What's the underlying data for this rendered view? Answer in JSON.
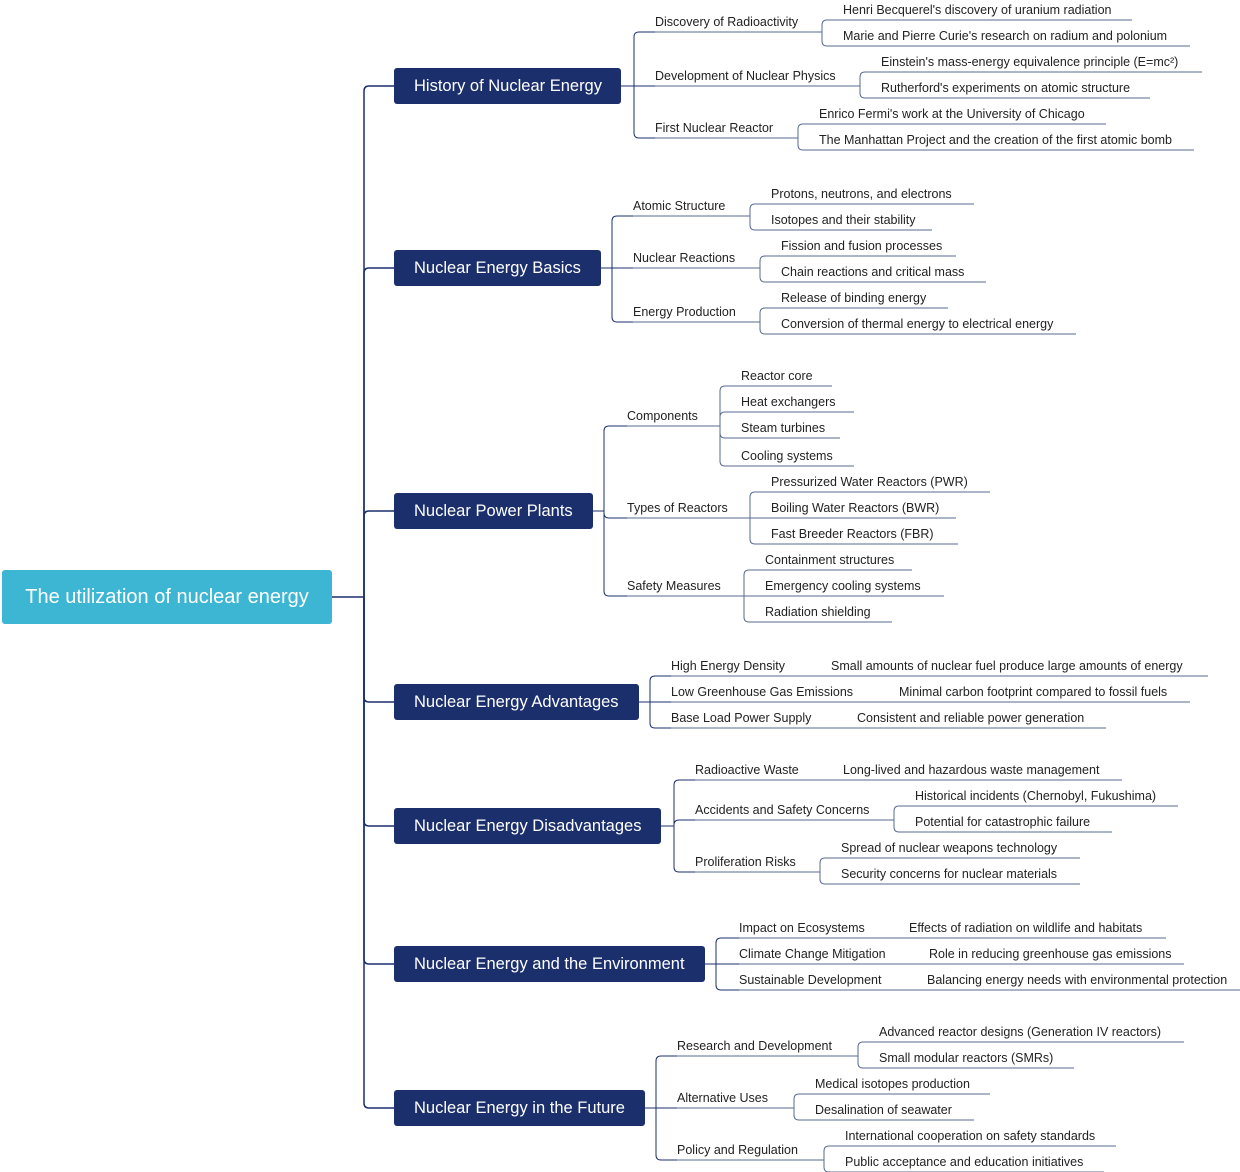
{
  "root": {
    "label": "The utilization of nuclear energy"
  },
  "colors": {
    "root": "#3cb6d3",
    "branch": "#1b2f6d",
    "line": "#1b2f6d",
    "leaf_line": "#5a6a90"
  },
  "branches": [
    {
      "label": "History of Nuclear Energy",
      "children": [
        {
          "label": "Discovery of Radioactivity",
          "children": [
            "Henri Becquerel's discovery of uranium radiation",
            "Marie and Pierre Curie's research on radium and polonium"
          ]
        },
        {
          "label": "Development of Nuclear Physics",
          "children": [
            "Einstein's mass-energy equivalence principle (E=mc²)",
            "Rutherford's experiments on atomic structure"
          ]
        },
        {
          "label": "First Nuclear Reactor",
          "children": [
            "Enrico Fermi's work at the University of Chicago",
            "The Manhattan Project and the creation of the first atomic bomb"
          ]
        }
      ]
    },
    {
      "label": "Nuclear Energy Basics",
      "children": [
        {
          "label": "Atomic Structure",
          "children": [
            "Protons, neutrons, and electrons",
            "Isotopes and their stability"
          ]
        },
        {
          "label": "Nuclear Reactions",
          "children": [
            "Fission and fusion processes",
            "Chain reactions and critical mass"
          ]
        },
        {
          "label": "Energy Production",
          "children": [
            "Release of binding energy",
            "Conversion of thermal energy to electrical energy"
          ]
        }
      ]
    },
    {
      "label": "Nuclear Power Plants",
      "children": [
        {
          "label": "Components",
          "children": [
            "Reactor core",
            "Heat exchangers",
            "Steam turbines",
            "Cooling systems"
          ]
        },
        {
          "label": "Types of Reactors",
          "children": [
            "Pressurized Water Reactors (PWR)",
            "Boiling Water Reactors (BWR)",
            "Fast Breeder Reactors (FBR)"
          ]
        },
        {
          "label": "Safety Measures",
          "children": [
            "Containment structures",
            "Emergency cooling systems",
            "Radiation shielding"
          ]
        }
      ]
    },
    {
      "label": "Nuclear Energy Advantages",
      "children": [
        {
          "label": "High Energy Density",
          "children": [
            "Small amounts of nuclear fuel produce large amounts of energy"
          ]
        },
        {
          "label": "Low Greenhouse Gas Emissions",
          "children": [
            "Minimal carbon footprint compared to fossil fuels"
          ]
        },
        {
          "label": "Base Load Power Supply",
          "children": [
            "Consistent and reliable power generation"
          ]
        }
      ]
    },
    {
      "label": "Nuclear Energy Disadvantages",
      "children": [
        {
          "label": "Radioactive Waste",
          "children": [
            "Long-lived and hazardous waste management"
          ]
        },
        {
          "label": "Accidents and Safety Concerns",
          "children": [
            "Historical incidents (Chernobyl, Fukushima)",
            "Potential for catastrophic failure"
          ]
        },
        {
          "label": "Proliferation Risks",
          "children": [
            "Spread of nuclear weapons technology",
            "Security concerns for nuclear materials"
          ]
        }
      ]
    },
    {
      "label": "Nuclear Energy and the Environment",
      "children": [
        {
          "label": "Impact on Ecosystems",
          "children": [
            "Effects of radiation on wildlife and habitats"
          ]
        },
        {
          "label": "Climate Change Mitigation",
          "children": [
            "Role in reducing greenhouse gas emissions"
          ]
        },
        {
          "label": "Sustainable Development",
          "children": [
            "Balancing energy needs with environmental protection"
          ]
        }
      ]
    },
    {
      "label": "Nuclear Energy in the Future",
      "children": [
        {
          "label": "Research and Development",
          "children": [
            "Advanced reactor designs (Generation IV reactors)",
            "Small modular reactors (SMRs)"
          ]
        },
        {
          "label": "Alternative Uses",
          "children": [
            "Medical isotopes production",
            "Desalination of seawater"
          ]
        },
        {
          "label": "Policy and Regulation",
          "children": [
            "International cooperation on safety standards",
            "Public acceptance and education initiatives"
          ]
        }
      ]
    }
  ]
}
